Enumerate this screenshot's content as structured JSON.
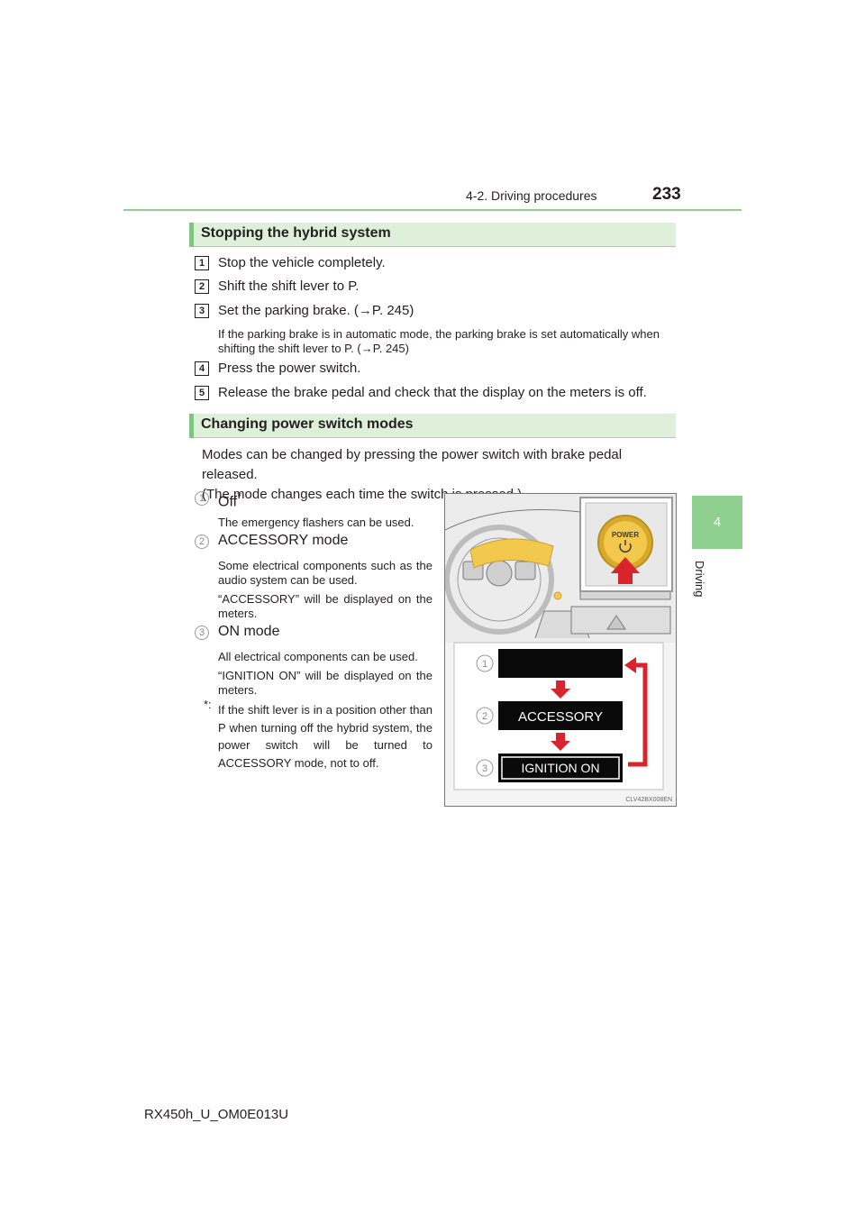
{
  "header": {
    "title": "4-2. Driving procedures",
    "page_number": "233"
  },
  "side_tab": {
    "number": "4",
    "label": "Driving"
  },
  "section1": {
    "title": "Stopping the hybrid system",
    "steps": [
      {
        "num": "1",
        "text": "Stop the vehicle completely."
      },
      {
        "num": "2",
        "text": "Shift the shift lever to P."
      },
      {
        "num": "3",
        "text": "Set the parking brake. (→P. 245)"
      },
      {
        "num": "4",
        "text": "Press the power switch."
      },
      {
        "num": "5",
        "text": "Release the brake pedal and check that the display on the meters is off."
      }
    ],
    "note_line1": "If the parking brake is in automatic mode, the parking brake is set automatically when",
    "note_line2": "shifting the shift lever to P. (→P. 245)"
  },
  "section2": {
    "title": "Changing power switch modes",
    "intro_line1": "Modes can be changed by pressing the power switch with brake pedal released.",
    "intro_line2": "(The mode changes each time the switch is pressed.)",
    "modes": [
      {
        "num": "1",
        "title": "Off",
        "asterisk": "*",
        "desc": [
          "The emergency flashers can be used."
        ]
      },
      {
        "num": "2",
        "title": "ACCESSORY mode",
        "desc": [
          "Some electrical components such as the audio system can be used.",
          "“ACCESSORY” will be displayed on the meters."
        ]
      },
      {
        "num": "3",
        "title": "ON mode",
        "desc": [
          "All electrical components can be used.",
          "“IGNITION ON” will be displayed on the meters."
        ]
      }
    ],
    "footnote_mark": "*:",
    "footnote": "If the shift lever is in a position other than P when turning off the hybrid system, the power switch will be turned to ACCESSORY mode, not to off."
  },
  "figure": {
    "power_label": "POWER",
    "diagram_labels": [
      "1",
      "2",
      "3"
    ],
    "display_accessory": "ACCESSORY",
    "display_ignition": "IGNITION ON",
    "code": "CLV42BX008EN",
    "colors": {
      "arrow": "#d9232d",
      "display": "#0a0a0a",
      "highlight": "#f2c94c"
    }
  },
  "footer": {
    "text": "RX450h_U_OM0E013U"
  }
}
